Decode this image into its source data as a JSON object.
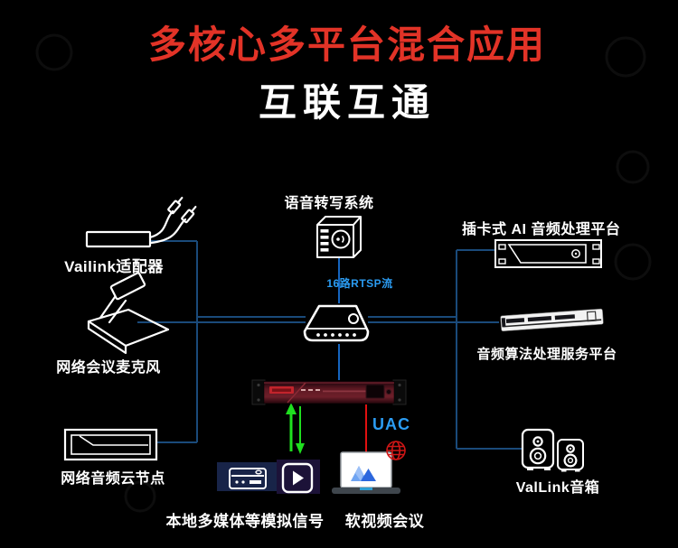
{
  "title": {
    "line1": "多核心多平台混合应用",
    "line2": "互联互通"
  },
  "labels": {
    "adapter": "Vailink适配器",
    "mic": "网络会议麦克风",
    "cloud_node": "网络音频云节点",
    "transcription": "语音转写系统",
    "rtsp_stream": "16路RTSP流",
    "ai_platform": "插卡式 AI 音频处理平台",
    "algo_server": "音频算法处理服务平台",
    "speakers": "ValLink音箱",
    "local_media": "本地多媒体等模拟信号",
    "soft_video": "软视频会议",
    "uac": "UAC"
  },
  "colors": {
    "background": "#000000",
    "title_red": "#e23327",
    "title_white": "#ffffff",
    "connector_blue": "#1a4a7a",
    "connector_blue_bright": "#1565c0",
    "stream_text_blue": "#2b9cf2",
    "uac_line_red": "#e01010",
    "arrow_green": "#1fdf1f",
    "icon_white": "#ffffff",
    "device_panel_red": "#5c1822",
    "media_panel_navy": "#182448",
    "media_panel_indigo": "#1c1238",
    "laptop_logo_blue": "#2c67dd"
  },
  "icons": {
    "adapter": "audio-adapter-cables-icon",
    "mic": "gooseneck-microphone-icon",
    "cloud_node": "rack-unit-icon",
    "transcription": "speaker-server-box-icon",
    "hub": "router-hub-icon",
    "processor": "red-rack-processor-image",
    "ai_platform": "card-frame-rack-icon",
    "algo_server": "1u-server-icon",
    "speakers": "loudspeaker-pair-icon",
    "dvd_player": "media-player-icon",
    "video_play": "video-play-icon",
    "laptop": "laptop-meeting-icon",
    "globe": "network-globe-icon",
    "arrows": "bidirectional-green-arrows-icon"
  }
}
